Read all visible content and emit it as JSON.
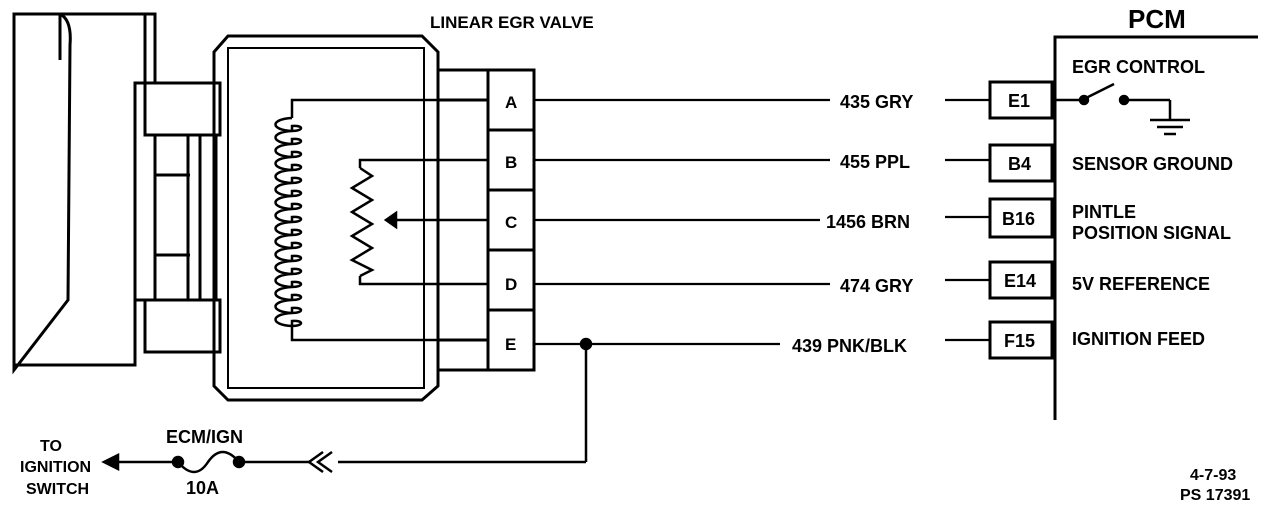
{
  "valve": {
    "title": "LINEAR EGR VALVE",
    "pins": [
      "A",
      "B",
      "C",
      "D",
      "E"
    ]
  },
  "wires": [
    {
      "circuit": "435 GRY",
      "pcm_terminal": "E1"
    },
    {
      "circuit": "455 PPL",
      "pcm_terminal": "B4"
    },
    {
      "circuit": "1456 BRN",
      "pcm_terminal": "B16"
    },
    {
      "circuit": "474 GRY",
      "pcm_terminal": "E14"
    },
    {
      "circuit": "439 PNK/BLK",
      "pcm_terminal": "F15"
    }
  ],
  "pcm": {
    "title": "PCM",
    "functions": [
      "EGR CONTROL",
      "SENSOR GROUND",
      "PINTLE",
      "POSITION SIGNAL",
      "5V REFERENCE",
      "IGNITION FEED"
    ]
  },
  "fuse": {
    "name": "ECM/IGN",
    "rating": "10A"
  },
  "destination": [
    "TO",
    "IGNITION",
    "SWITCH"
  ],
  "footer": {
    "date": "4-7-93",
    "ref": "PS 17391"
  }
}
